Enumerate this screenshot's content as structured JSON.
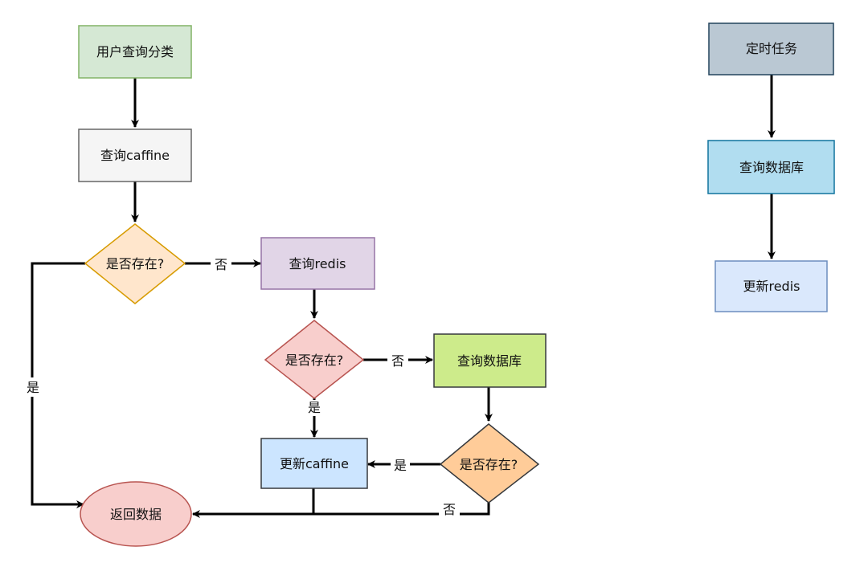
{
  "nodes": {
    "user_query": {
      "label": "用户查询分类",
      "fill": "#d5e8d4",
      "stroke": "#82b366"
    },
    "query_caffine": {
      "label": "查询caffine",
      "fill": "#f5f5f5",
      "stroke": "#666666"
    },
    "exists_1": {
      "label": "是否存在?",
      "fill": "#ffe6cc",
      "stroke": "#d79b00"
    },
    "query_redis": {
      "label": "查询redis",
      "fill": "#e1d5e7",
      "stroke": "#9673a6"
    },
    "exists_2": {
      "label": "是否存在?",
      "fill": "#f8cecc",
      "stroke": "#b85450"
    },
    "query_db_left": {
      "label": "查询数据库",
      "fill": "#cdeb8b",
      "stroke": "#36393d"
    },
    "exists_3": {
      "label": "是否存在?",
      "fill": "#ffcc99",
      "stroke": "#36393d"
    },
    "update_caffine": {
      "label": "更新caffine",
      "fill": "#cce5ff",
      "stroke": "#36393d"
    },
    "return_data": {
      "label": "返回数据",
      "fill": "#f8cecc",
      "stroke": "#b85450"
    },
    "scheduled_task": {
      "label": "定时任务",
      "fill": "#bac8d3",
      "stroke": "#23445d"
    },
    "query_db_right": {
      "label": "查询数据库",
      "fill": "#b1ddf0",
      "stroke": "#10739e"
    },
    "update_redis": {
      "label": "更新redis",
      "fill": "#dae8fc",
      "stroke": "#6c8ebf"
    }
  },
  "edge_labels": {
    "no_1": "否",
    "yes_1": "是",
    "no_2": "否",
    "yes_2": "是",
    "yes_3": "是",
    "no_3": "否"
  }
}
